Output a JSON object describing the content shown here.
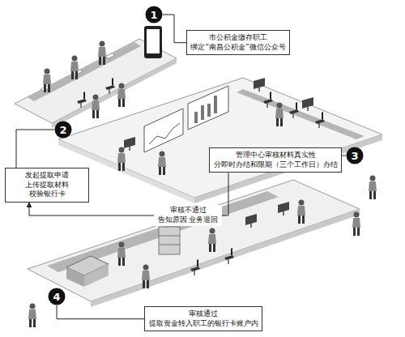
{
  "diagram": {
    "nodes": [
      {
        "text": [
          "1"
        ]
      },
      {
        "text": [
          "市公积金缴存职工 绑定“南昌公积金”微信公众号"
        ]
      },
      {
        "text": [
          "2"
        ]
      },
      {
        "text": [
          "发起提取申请 上传提取材料 校验银行卡"
        ]
      },
      {
        "text": [
          "3"
        ]
      },
      {
        "text": [
          "管理中心审核材料真实性 分即时办结和限期（三个工作日）办结"
        ]
      },
      {
        "text": [
          "4"
        ]
      },
      {
        "text": [
          "审核通过 提取资金转入职工的银行卡账户内"
        ]
      }
    ],
    "edges": [
      {
        "from": 0,
        "to": 1,
        "arrow": "none"
      },
      {
        "from": 2,
        "to": 3,
        "arrow": "none"
      },
      {
        "from": 4,
        "to": 5,
        "arrow": "none"
      },
      {
        "from": 5,
        "to": 3,
        "arrow": "to",
        "label": "审核不通过 告知原因 业务退回"
      },
      {
        "from": 6,
        "to": 7,
        "arrow": "none"
      }
    ]
  }
}
